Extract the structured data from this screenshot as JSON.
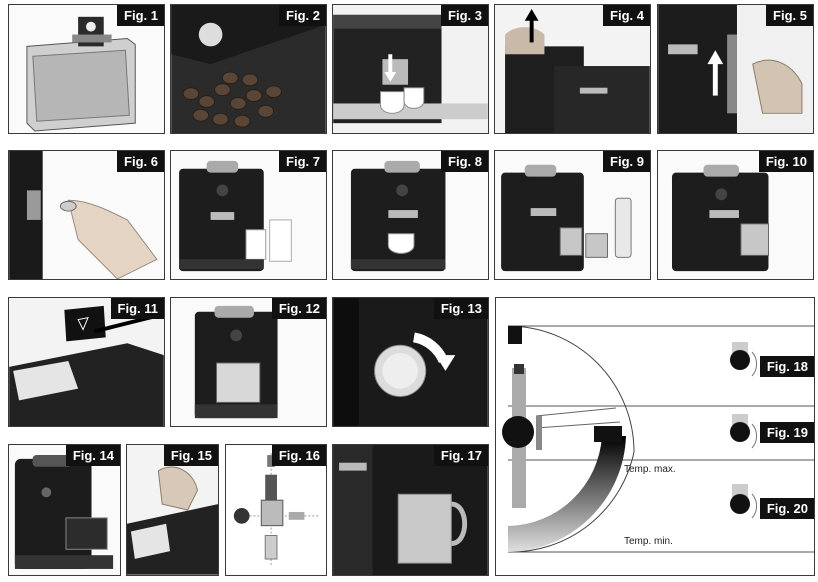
{
  "figures": {
    "f1": "Fig. 1",
    "f2": "Fig. 2",
    "f3": "Fig. 3",
    "f4": "Fig. 4",
    "f5": "Fig. 5",
    "f6": "Fig. 6",
    "f7": "Fig. 7",
    "f8": "Fig. 8",
    "f9": "Fig. 9",
    "f10": "Fig. 10",
    "f11": "Fig. 11",
    "f12": "Fig. 12",
    "f13": "Fig. 13",
    "f14": "Fig. 14",
    "f15": "Fig. 15",
    "f16": "Fig. 16",
    "f17": "Fig. 17",
    "f18": "Fig. 18",
    "f19": "Fig. 19",
    "f20": "Fig. 20"
  },
  "temperature": {
    "max": "Temp. max.",
    "min": "Temp. min."
  }
}
